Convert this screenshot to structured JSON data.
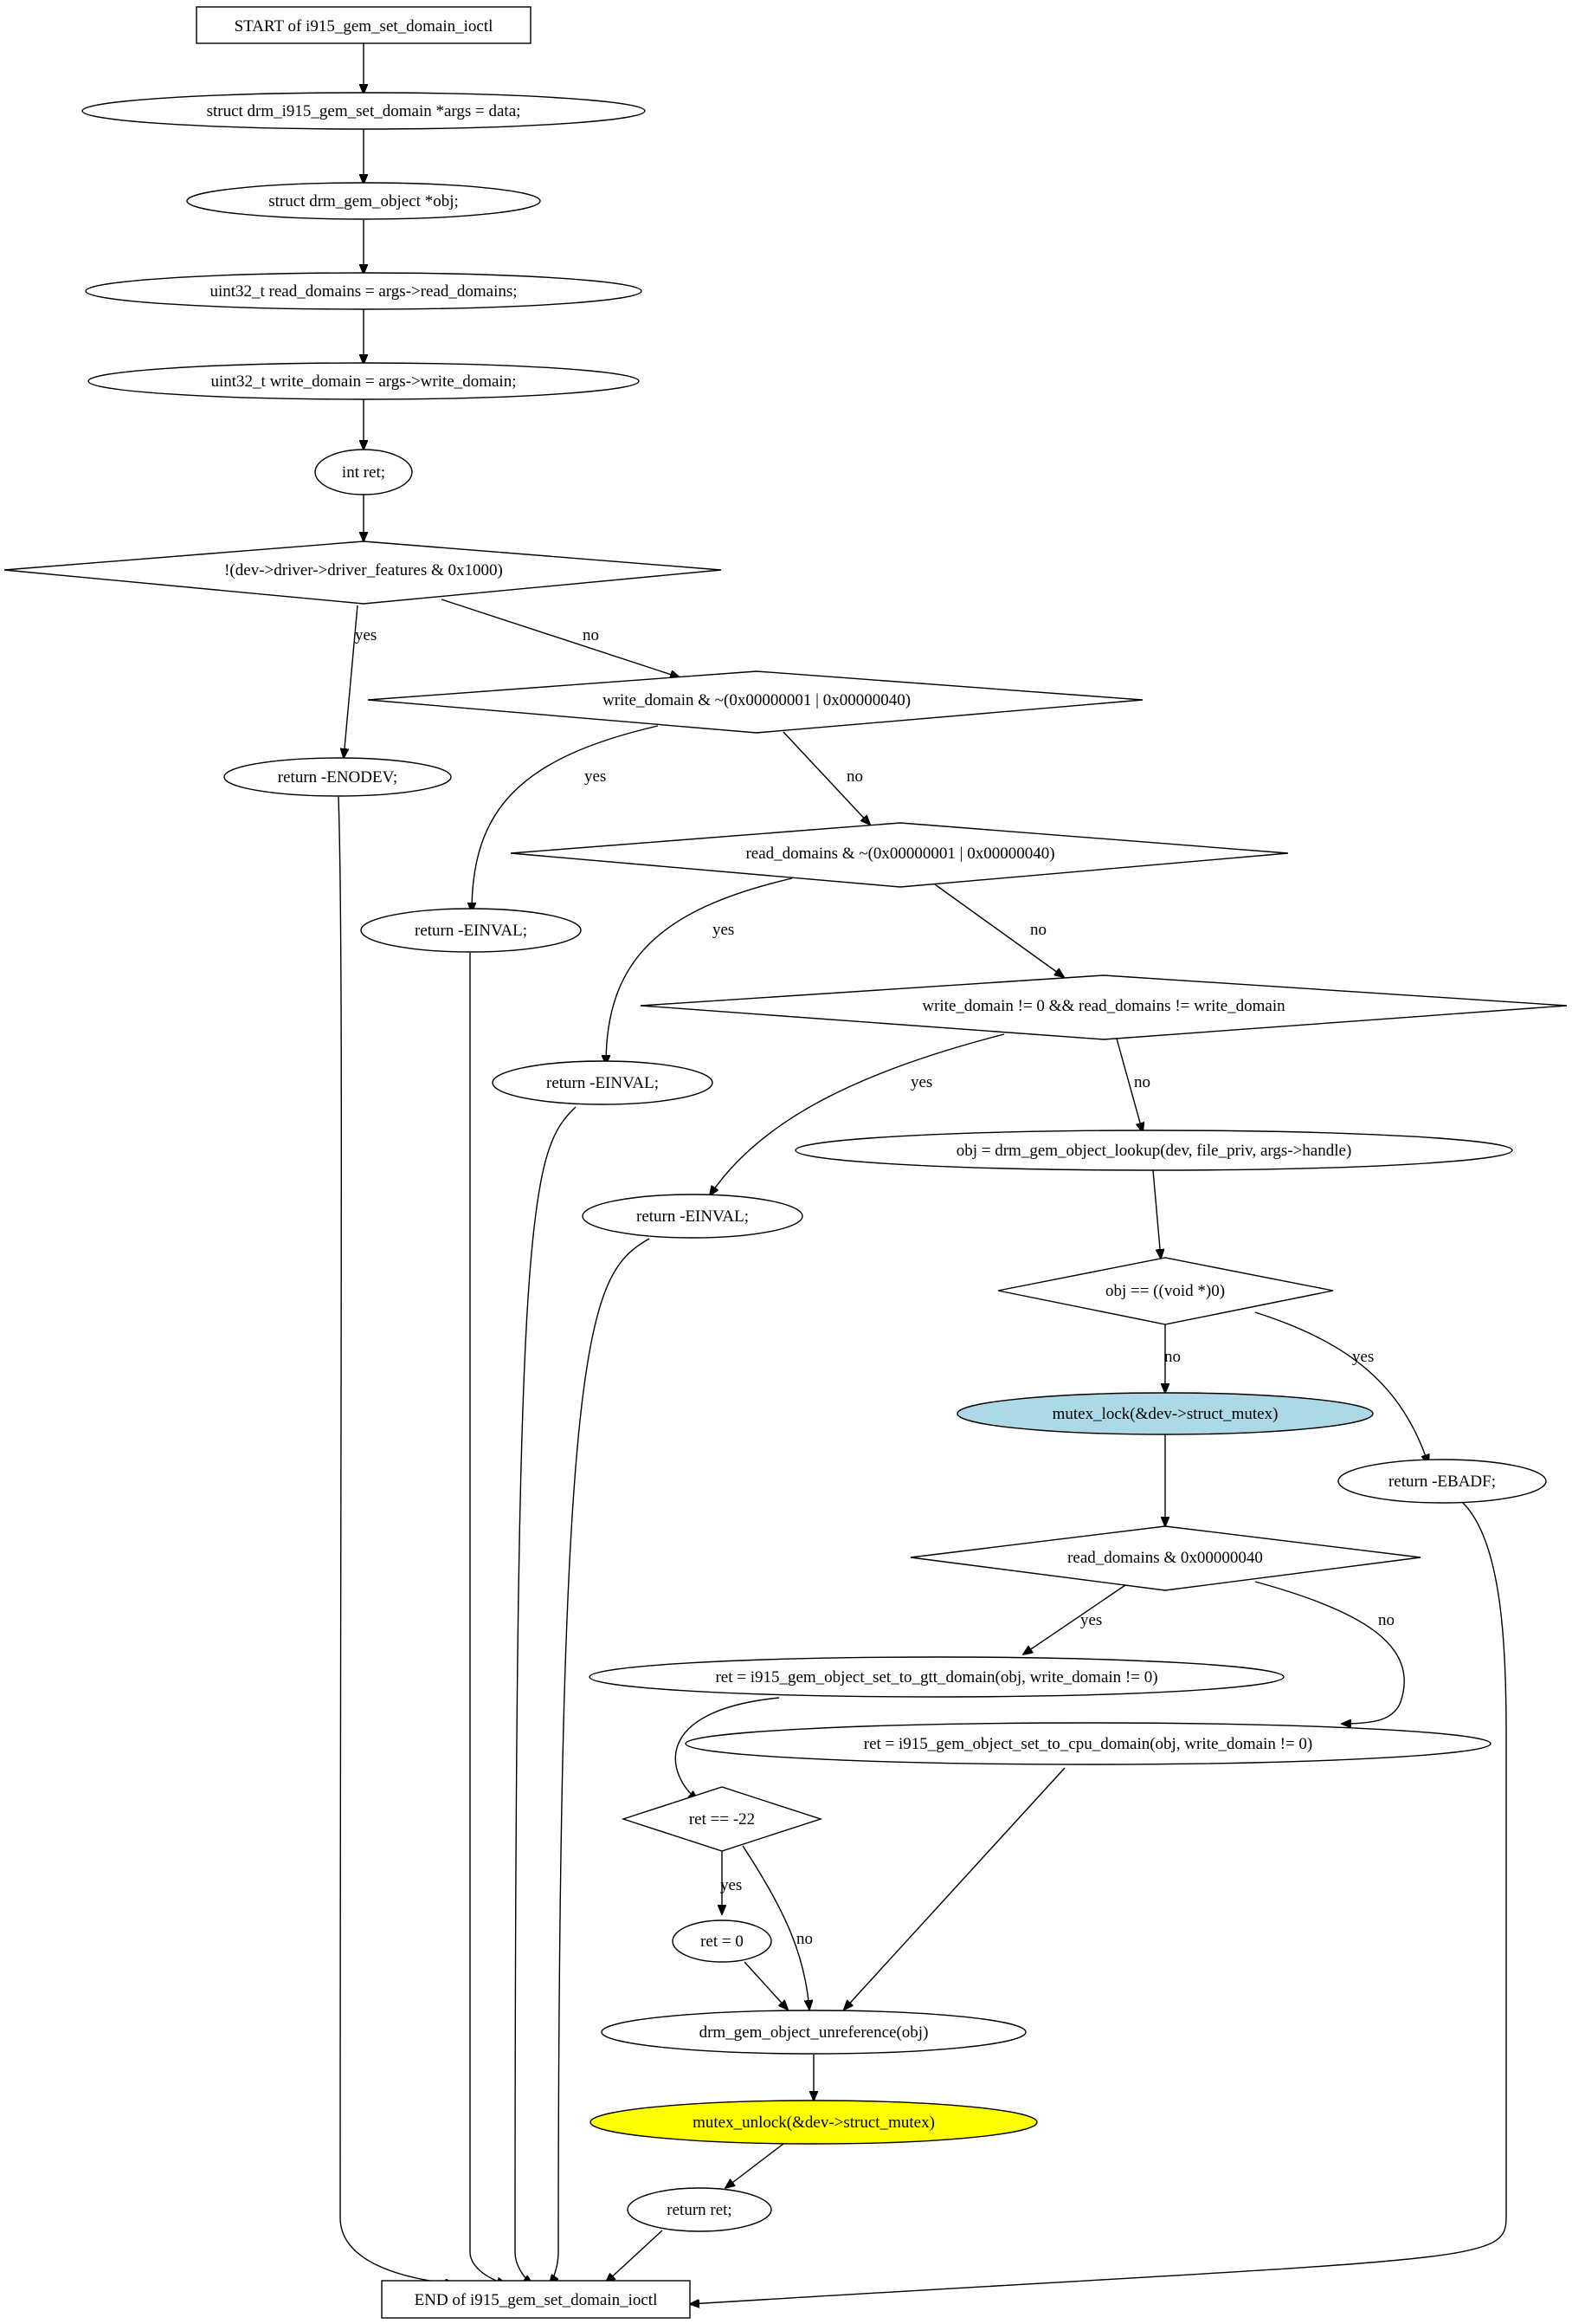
{
  "nodes": {
    "start": "START of i915_gem_set_domain_ioctl",
    "args": "struct drm_i915_gem_set_domain *args = data;",
    "obj_decl": "struct drm_gem_object *obj;",
    "read_domains": "uint32_t read_domains = args->read_domains;",
    "write_domain": "uint32_t write_domain = args->write_domain;",
    "int_ret": "int ret;",
    "cond_features": "!(dev->driver->driver_features & 0x1000)",
    "ret_enodev": "return -ENODEV;",
    "cond_write_mask": "write_domain & ~(0x00000001 | 0x00000040)",
    "ret_einval_1": "return -EINVAL;",
    "cond_read_mask": "read_domains & ~(0x00000001 | 0x00000040)",
    "ret_einval_2": "return -EINVAL;",
    "cond_write_ne": "write_domain != 0 && read_domains != write_domain",
    "ret_einval_3": "return -EINVAL;",
    "lookup": "obj = drm_gem_object_lookup(dev, file_priv, args->handle)",
    "cond_obj_null": "obj == ((void *)0)",
    "mutex_lock": "mutex_lock(&dev->struct_mutex)",
    "ret_ebadf": "return -EBADF;",
    "cond_gtt": "read_domains & 0x00000040",
    "set_gtt": "ret = i915_gem_object_set_to_gtt_domain(obj, write_domain != 0)",
    "set_cpu": "ret = i915_gem_object_set_to_cpu_domain(obj, write_domain != 0)",
    "cond_ret": "ret == -22",
    "ret_zero": "ret = 0",
    "unref": "drm_gem_object_unreference(obj)",
    "mutex_unlock": "mutex_unlock(&dev->struct_mutex)",
    "return_ret": "return ret;",
    "end": "END of i915_gem_set_domain_ioctl"
  },
  "edge_labels": {
    "yes": "yes",
    "no": "no"
  },
  "colors": {
    "mutex_lock_fill": "#add8e6",
    "mutex_unlock_fill": "#ffff00",
    "default_fill": "#ffffff",
    "stroke": "#000000"
  }
}
